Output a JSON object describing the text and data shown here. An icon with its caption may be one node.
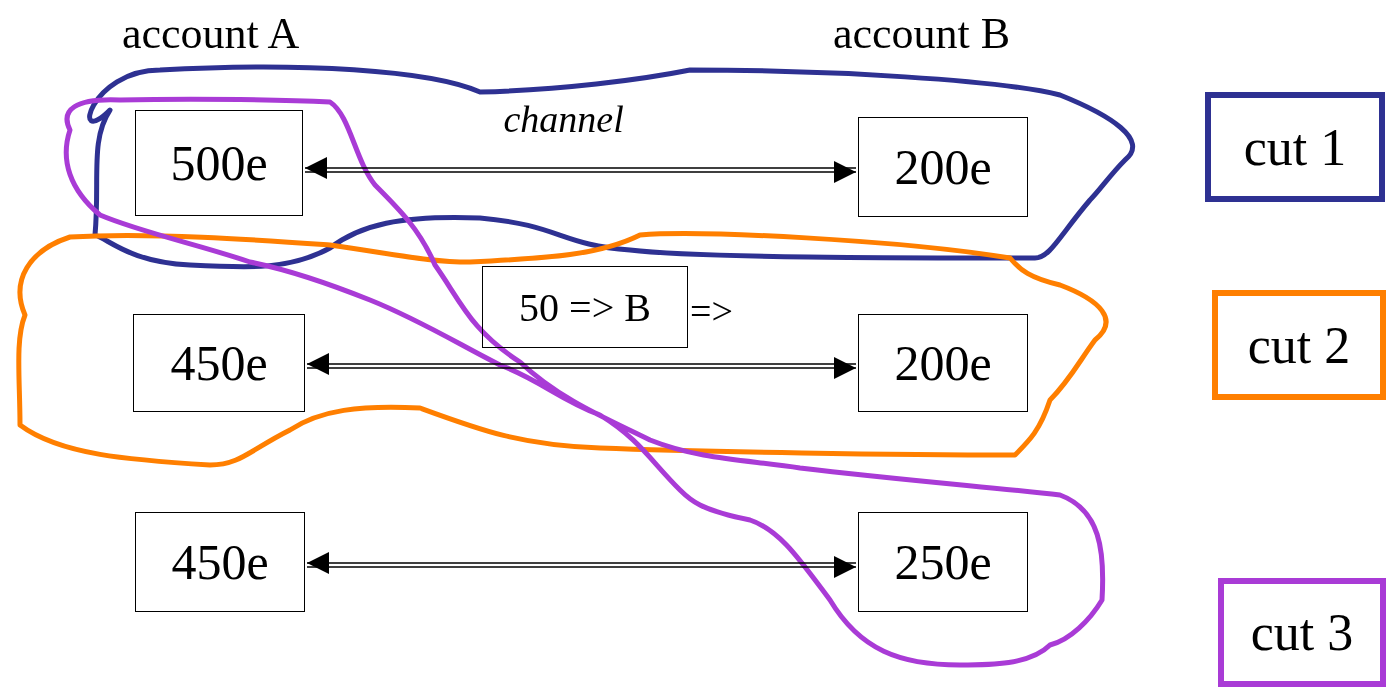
{
  "diagram": {
    "nodes": [
      {
        "text": [
          "500e"
        ]
      },
      {
        "text": [
          "200e"
        ]
      },
      {
        "text": [
          "450e"
        ]
      },
      {
        "text": [
          "200e"
        ]
      },
      {
        "text": [
          "450e"
        ]
      },
      {
        "text": [
          "250e"
        ]
      },
      {
        "text": [
          "50 => B"
        ]
      }
    ],
    "edges": [
      {
        "from": 0,
        "to": 1,
        "arrow": "both",
        "label": "channel"
      },
      {
        "from": 2,
        "to": 3,
        "arrow": "both"
      },
      {
        "from": 4,
        "to": 5,
        "arrow": "both"
      }
    ],
    "labels": [
      "account A",
      "account B",
      "=>"
    ],
    "legend": [
      {
        "text": "cut 1",
        "color": "#2e3192"
      },
      {
        "text": "cut 2",
        "color": "#ff7f00"
      },
      {
        "text": "cut 3",
        "color": "#a93bd6"
      }
    ]
  }
}
